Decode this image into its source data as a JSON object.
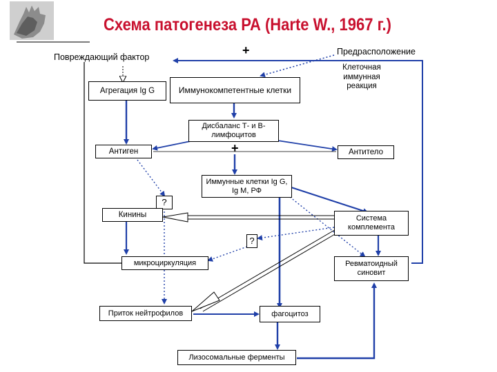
{
  "title": "Схема патогенеза РА (Harte W., 1967 г.)",
  "labels": {
    "damaging_factor": "Повреждающий фактор",
    "predisposition": "Предрасположение",
    "plus_top": "+",
    "cellular_immune": "Клеточная\nиммунная\nреакция",
    "plus_mid": "+"
  },
  "nodes": {
    "aggregation": "Агрегация Ig G",
    "immunocompetent": "Иммунокомпетентные клетки",
    "imbalance": "Дисбаланс Т- и В-лимфоцитов",
    "antigen": "Антиген",
    "antibody": "Антитело",
    "immune_cells": "Иммунные клетки Ig G, Ig M, РФ",
    "kinins": "Кинины",
    "complement": "Система комплемента",
    "microcirculation": "микроциркуляция",
    "rheumatoid_synovitis": "Ревматоидный синовит",
    "neutrophil_influx": "Приток нейтрофилов",
    "phagocytosis": "фагоцитоз",
    "lysosomal_enzymes": "Лизосомальные ферменты"
  },
  "unknowns": {
    "q1": "?",
    "q2": "?"
  },
  "colors": {
    "title": "#c8102e",
    "arrow_blue": "#1f3fa8",
    "arrow_dark": "#000000"
  }
}
